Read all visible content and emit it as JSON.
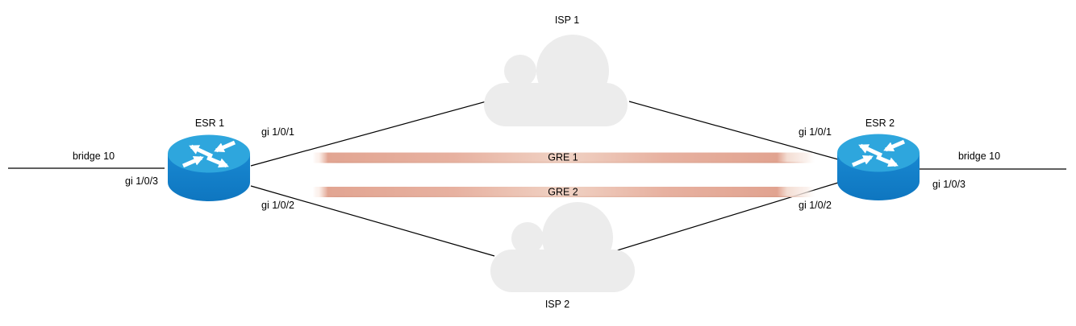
{
  "diagram": {
    "type": "network-topology",
    "nodes": {
      "esr1": {
        "label": "ESR 1",
        "kind": "router"
      },
      "esr2": {
        "label": "ESR 2",
        "kind": "router"
      },
      "isp1": {
        "label": "ISP 1",
        "kind": "cloud"
      },
      "isp2": {
        "label": "ISP 2",
        "kind": "cloud"
      }
    },
    "tunnels": {
      "gre1": {
        "label": "GRE 1"
      },
      "gre2": {
        "label": "GRE 2"
      }
    },
    "esr1_interfaces": {
      "bridge": "bridge 10",
      "wan1": "gi 1/0/1",
      "wan2": "gi 1/0/2",
      "lan": "gi 1/0/3"
    },
    "esr2_interfaces": {
      "bridge": "bridge 10",
      "wan1": "gi 1/0/1",
      "wan2": "gi 1/0/2",
      "lan": "gi 1/0/3"
    },
    "colors": {
      "router_top": "#2ea6dd",
      "router_side": "#1583cb",
      "cloud": "#ececec",
      "tunnel": "#e8b1a0",
      "tunnel_light": "#f2d8cb",
      "link_line": "#000000",
      "label_text": "#000000"
    }
  }
}
